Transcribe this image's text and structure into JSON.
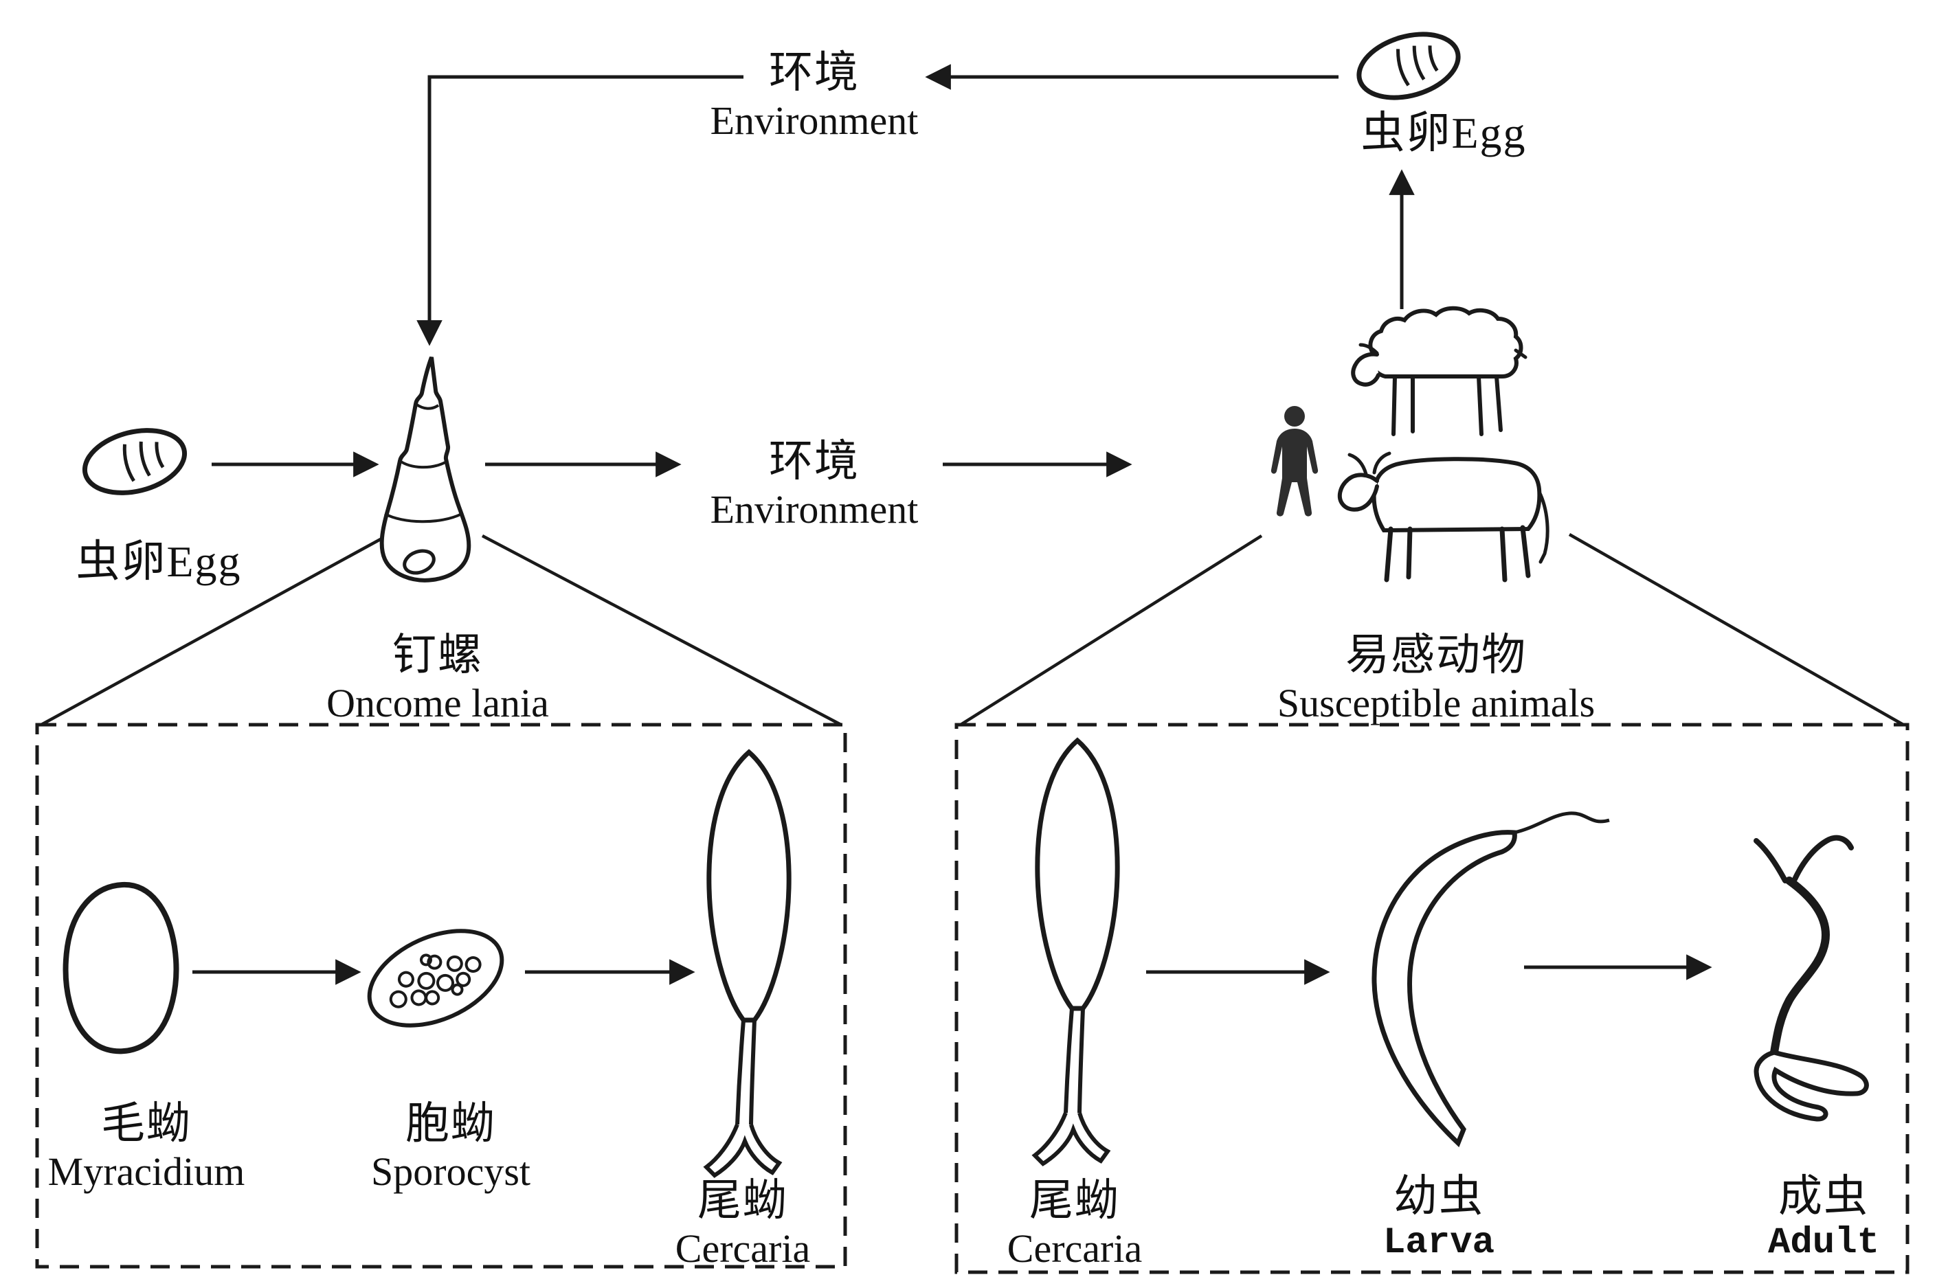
{
  "figure": {
    "colors": {
      "ink": "#1a1a1a",
      "background": "#ffffff"
    },
    "cycle": {
      "environment_top": {
        "zh": "环境",
        "en": "Environment"
      },
      "egg_top": {
        "label": "虫卵Egg"
      },
      "egg_left": {
        "label": "虫卵Egg"
      },
      "snail": {
        "zh": "钉螺",
        "en": "Oncome lania"
      },
      "environment_mid": {
        "zh": "环境",
        "en": "Environment"
      },
      "animals": {
        "zh": "易感动物",
        "en": "Susceptible animals"
      }
    },
    "snail_stages": {
      "miracidium": {
        "zh": "毛蚴",
        "en": "Myracidium"
      },
      "sporocyst": {
        "zh": "胞蚴",
        "en": "Sporocyst"
      },
      "cercaria": {
        "zh": "尾蚴",
        "en": "Cercaria"
      }
    },
    "host_stages": {
      "cercaria": {
        "zh": "尾蚴",
        "en": "Cercaria"
      },
      "larva": {
        "zh": "幼虫",
        "en": "Larva"
      },
      "adult": {
        "zh": "成虫",
        "en": "Adult"
      }
    },
    "icons": [
      "egg-icon",
      "snail-icon",
      "human-icon",
      "sheep-icon",
      "cow-icon",
      "miracidium-icon",
      "sporocyst-icon",
      "cercaria-icon",
      "larva-icon",
      "adult-icon"
    ]
  }
}
